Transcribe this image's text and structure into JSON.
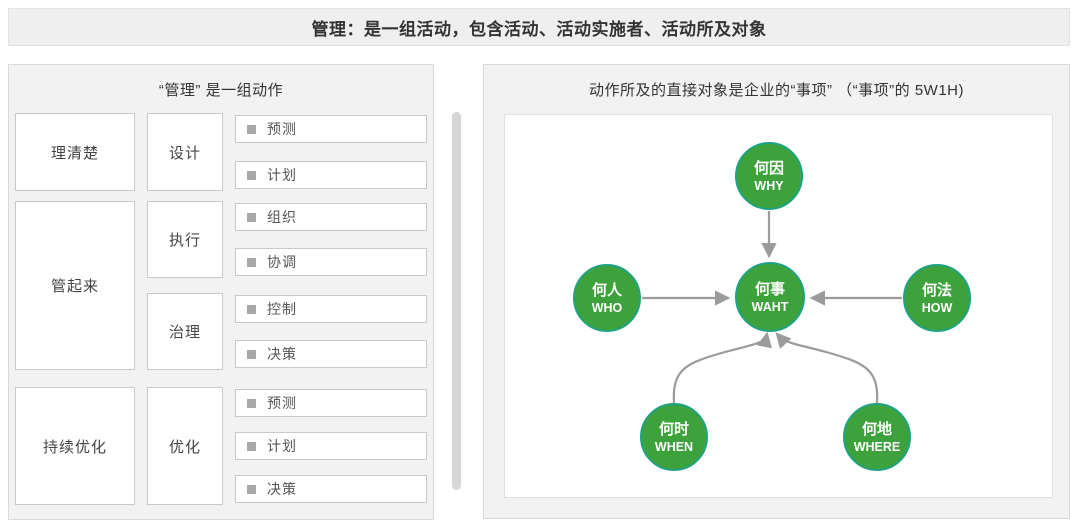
{
  "banner": {
    "title": "管理：是一组活动，包含活动、活动实施者、活动所及对象"
  },
  "left_panel": {
    "title": "“管理” 是一组动作",
    "rows": [
      {
        "stage": "理清楚",
        "groups": [
          {
            "action": "设计",
            "items": [
              "预测",
              "计划"
            ]
          }
        ]
      },
      {
        "stage": "管起来",
        "groups": [
          {
            "action": "执行",
            "items": [
              "组织",
              "协调"
            ]
          },
          {
            "action": "治理",
            "items": [
              "控制",
              "决策"
            ]
          }
        ]
      },
      {
        "stage": "持续优化",
        "groups": [
          {
            "action": "优化",
            "items": [
              "预测",
              "计划",
              "决策"
            ]
          }
        ]
      }
    ]
  },
  "right_panel": {
    "title": "动作所及的直接对象是企业的“事项” （“事项”的 5W1H)",
    "diagram": {
      "nodes": [
        {
          "id": "why",
          "zh": "何因",
          "en": "WHY"
        },
        {
          "id": "who",
          "zh": "何人",
          "en": "WHO"
        },
        {
          "id": "what",
          "zh": "何事",
          "en": "WAHT"
        },
        {
          "id": "how",
          "zh": "何法",
          "en": "HOW"
        },
        {
          "id": "when",
          "zh": "何时",
          "en": "WHEN"
        },
        {
          "id": "where",
          "zh": "何地",
          "en": "WHERE"
        }
      ],
      "edges": [
        {
          "from": "why",
          "to": "what"
        },
        {
          "from": "who",
          "to": "what"
        },
        {
          "from": "how",
          "to": "what"
        },
        {
          "from": "when",
          "to": "what"
        },
        {
          "from": "where",
          "to": "what"
        }
      ]
    }
  },
  "colors": {
    "node_fill": "#3EA23C",
    "node_border": "#1FA283",
    "arrow": "#9B9B9B",
    "panel_bg": "#F2F2F2",
    "banner_bg": "#EFEFEF"
  }
}
